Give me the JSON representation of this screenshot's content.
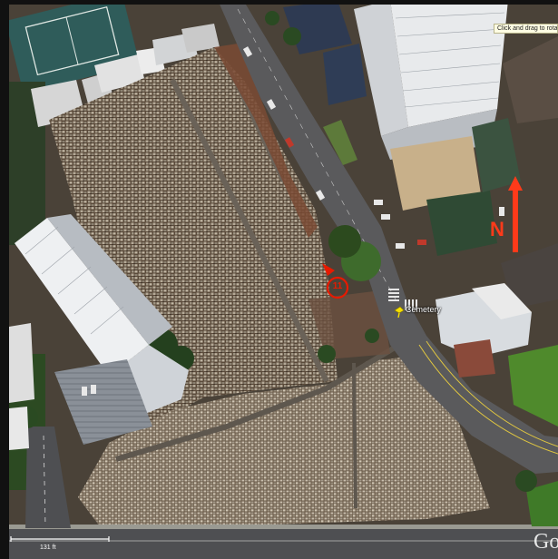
{
  "map": {
    "tooltip_text": "Click and drag to rotate, drag the middle mouse button to tilt",
    "place_label": "Cemetery",
    "marker_label": "11",
    "north_label": "N",
    "scale_text": "131 ft",
    "logo_text": "Go"
  },
  "colors": {
    "marker": "#e61a00",
    "north_arrow": "#ff3a1a",
    "pin": "#f5e000"
  },
  "icons": {
    "pin": "yellow-pushpin-icon",
    "north": "north-arrow-icon",
    "marker": "numbered-marker-icon"
  }
}
